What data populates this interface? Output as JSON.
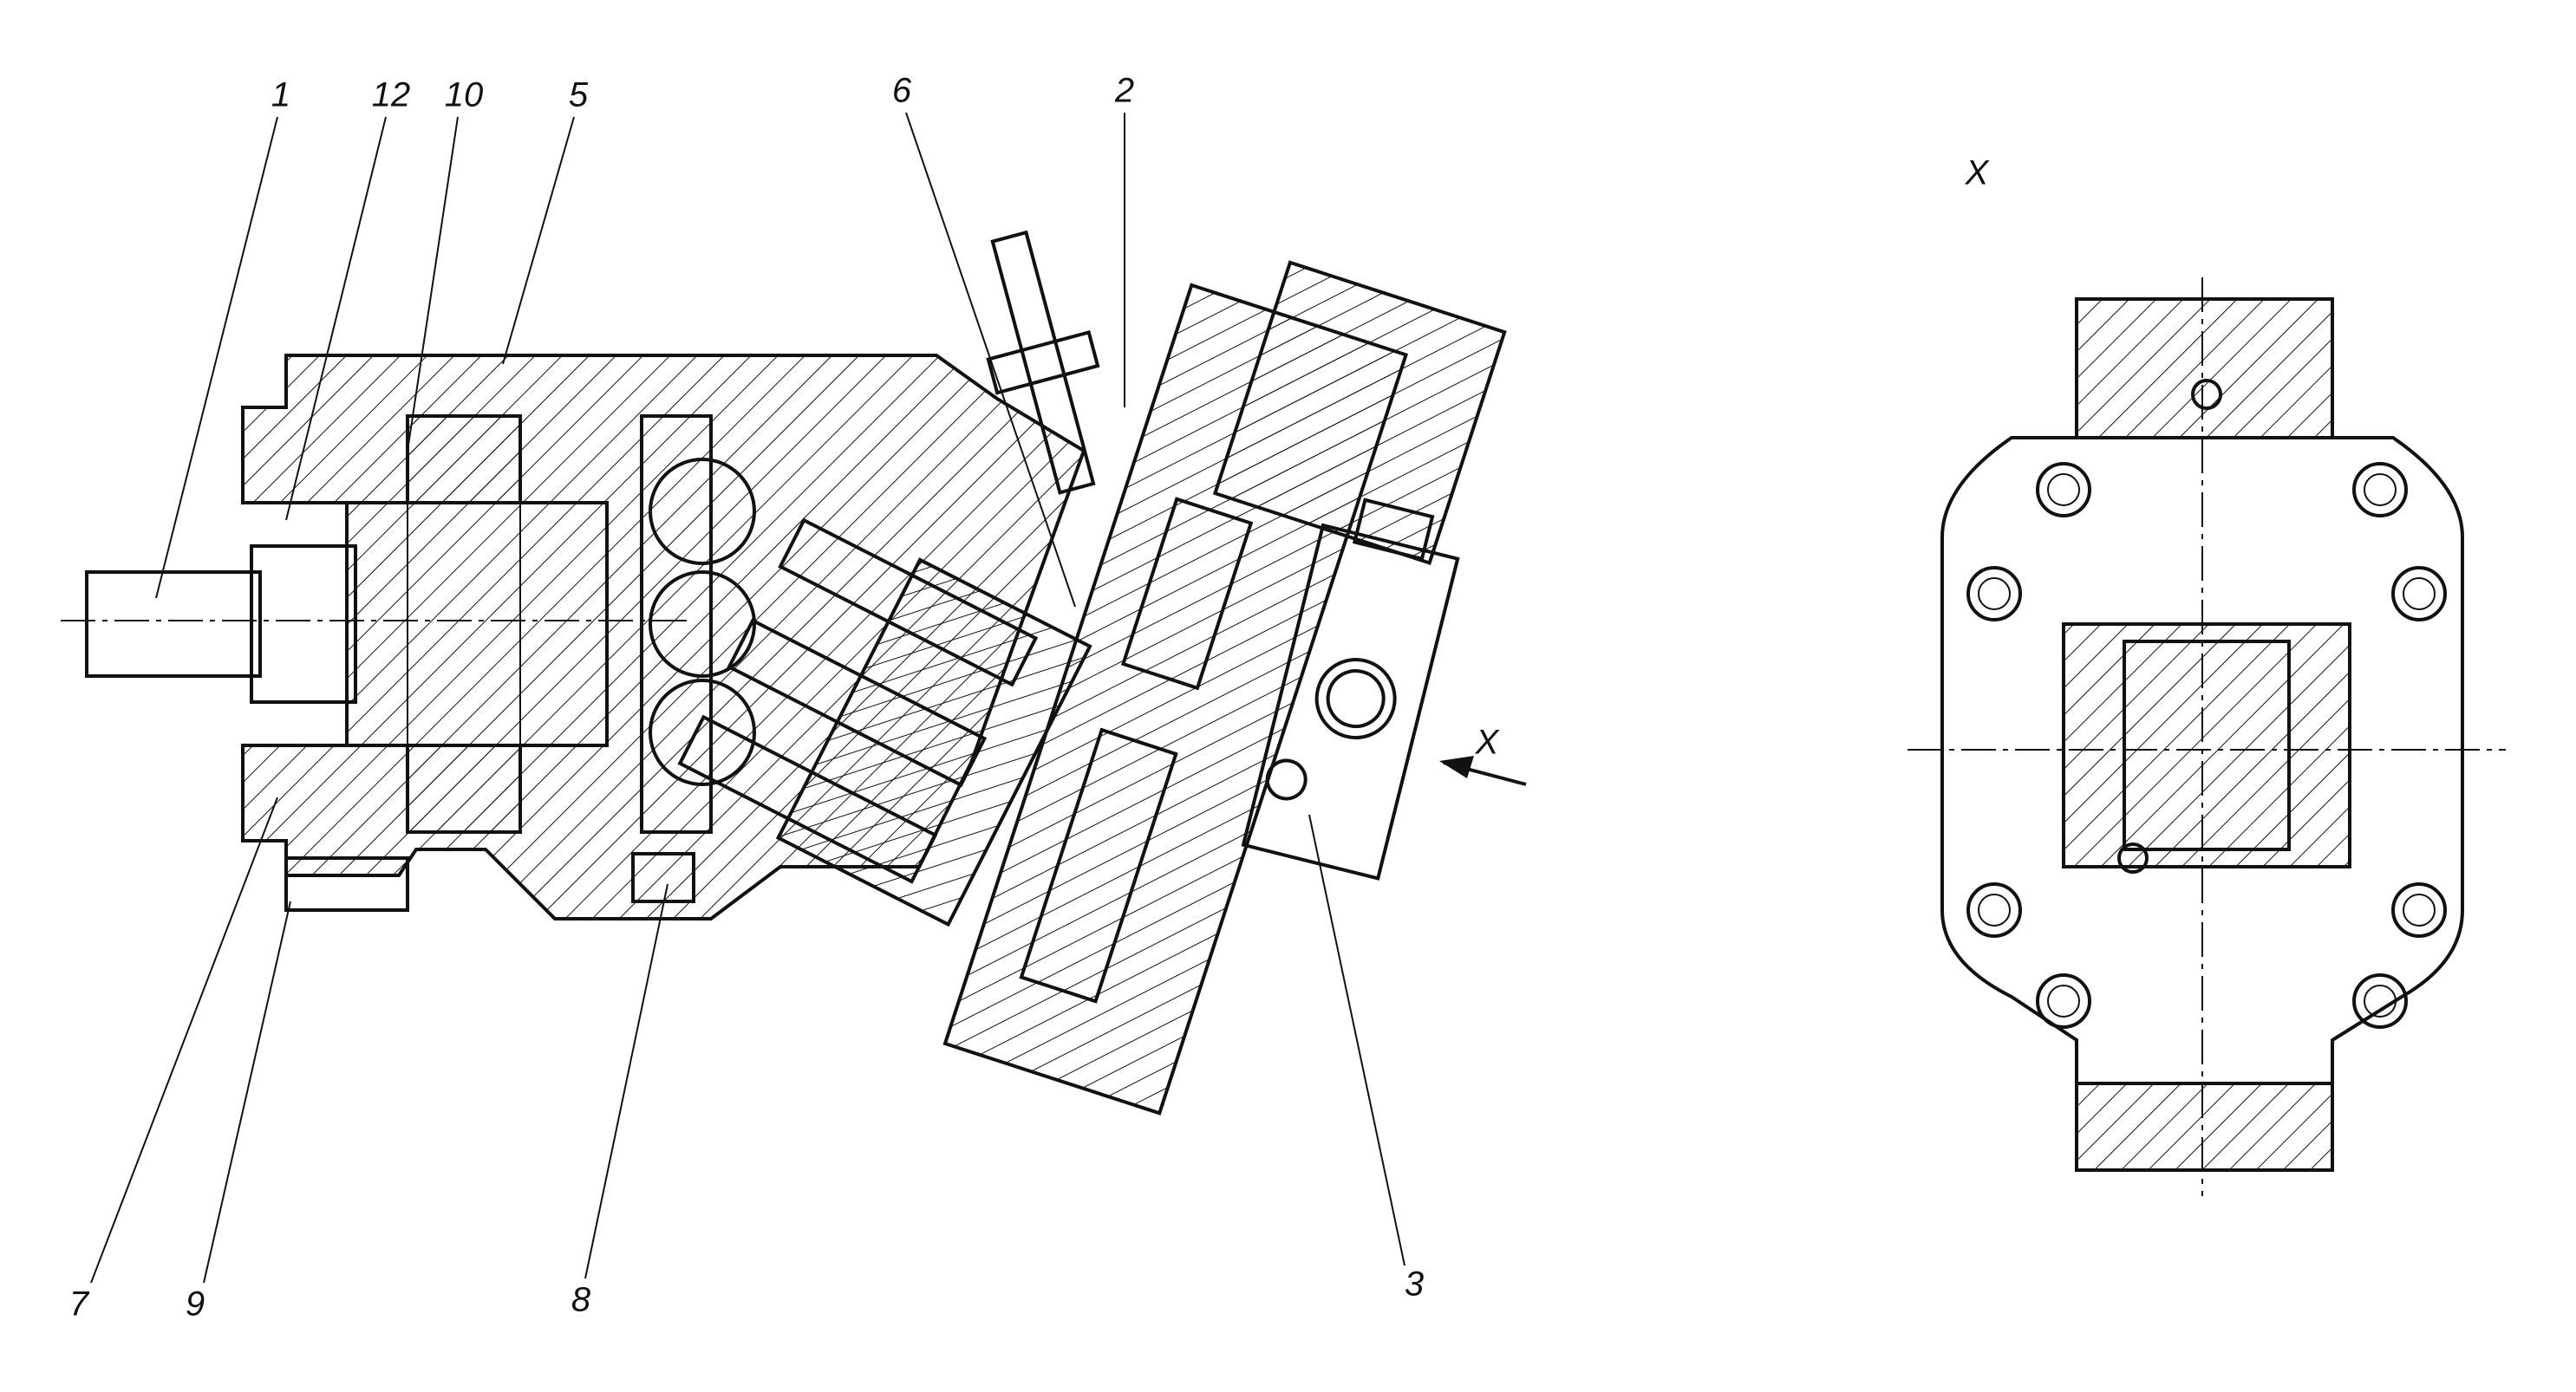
{
  "drawing": {
    "callouts": [
      {
        "id": "callout-1",
        "text": "1"
      },
      {
        "id": "callout-12",
        "text": "12"
      },
      {
        "id": "callout-10",
        "text": "10"
      },
      {
        "id": "callout-5",
        "text": "5"
      },
      {
        "id": "callout-6",
        "text": "6"
      },
      {
        "id": "callout-2",
        "text": "2"
      },
      {
        "id": "callout-7",
        "text": "7"
      },
      {
        "id": "callout-9",
        "text": "9"
      },
      {
        "id": "callout-8",
        "text": "8"
      },
      {
        "id": "callout-3",
        "text": "3"
      }
    ],
    "view_arrow_label": "X",
    "view_title": "X"
  }
}
